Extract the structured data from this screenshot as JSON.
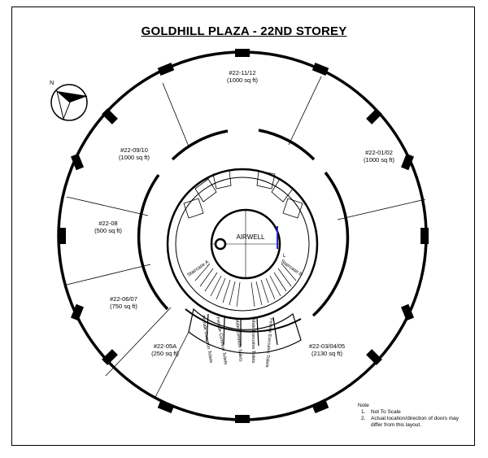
{
  "title": "GOLDHILL PLAZA - 22ND STOREY",
  "compass": {
    "label": "N",
    "icon": "north-arrow-icon"
  },
  "units": [
    {
      "id": "22-11-12",
      "code": "#22-11/12",
      "area": "(1000 sq ft)"
    },
    {
      "id": "22-01-02",
      "code": "#22-01/02",
      "area": "(1000 sq ft)"
    },
    {
      "id": "22-09-10",
      "code": "#22-09/10",
      "area": "(1000 sq ft)"
    },
    {
      "id": "22-08",
      "code": "#22-08",
      "area": "(500 sq ft)"
    },
    {
      "id": "22-06-07",
      "code": "#22-06/07",
      "area": "(750 sq ft)"
    },
    {
      "id": "22-05a",
      "code": "#22-05A",
      "area": "(250 sq ft)"
    },
    {
      "id": "22-03-04-05",
      "code": "#22-03/04/05",
      "area": "(2130 sq ft)"
    }
  ],
  "core": {
    "airwell": "AIRWELL",
    "lift": "L",
    "staircase_a": "Staircase A",
    "staircase_b": "Staircase B",
    "toilets": [
      "Female Common Toilets",
      "Female Common Toilets",
      "Male Common Toilets",
      "Male Executive Toilets",
      "Female Executive Toilets"
    ]
  },
  "notes": {
    "heading": "Note",
    "items": [
      {
        "num": "1.",
        "text": "Not To Scale"
      },
      {
        "num": "2.",
        "text": "Actual location/direction of doors may differ from this layout."
      }
    ]
  }
}
